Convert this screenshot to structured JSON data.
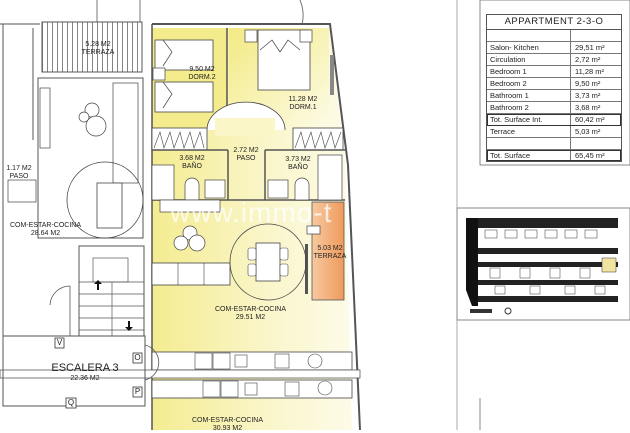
{
  "table": {
    "title": "APPARTMENT 2-3-O",
    "rows": [
      {
        "label": "Salon- Kitchen",
        "value": "29,51 m²"
      },
      {
        "label": "Circulation",
        "value": "2,72 m²"
      },
      {
        "label": "Bedroom 1",
        "value": "11,28 m²"
      },
      {
        "label": "Bedroom 2",
        "value": "9,50 m²"
      },
      {
        "label": "Bathroom 1",
        "value": "3,73 m²"
      },
      {
        "label": "Bathroom 2",
        "value": "3,68 m²"
      },
      {
        "label": "Tot. Surface Int.",
        "value": "60,42 m²"
      },
      {
        "label": "Terrace",
        "value": "5,03 m²"
      },
      {
        "label": "Tot. Surface",
        "value": "65,45 m²"
      }
    ]
  },
  "rooms": {
    "terraza_left": {
      "area": "5.28 M2",
      "name": "TERRAZA"
    },
    "dorm2": {
      "area": "9.50 M2",
      "name": "DORM.2"
    },
    "dorm1": {
      "area": "11.28 M2",
      "name": "DORM.1"
    },
    "paso_left": {
      "area": "1.17 M2",
      "name": "PASO"
    },
    "bano2": {
      "area": "3.68 M2",
      "name": "BAÑO"
    },
    "paso": {
      "area": "2.72 M2",
      "name": "PASO"
    },
    "bano1": {
      "area": "3.73 M2",
      "name": "BAÑO"
    },
    "com_left": {
      "name": "COM-ESTAR-COCINA",
      "area": "28.64 M2"
    },
    "terraza_right": {
      "area": "5.03 M2",
      "name": "TERRAZA"
    },
    "com_main": {
      "name": "COM-ESTAR-COCINA",
      "area": "29.51 M2"
    },
    "escalera": {
      "name": "ESCALERA 3",
      "area": "22.36 M2"
    },
    "com_bottom": {
      "name": "COM-ESTAR-COCINA",
      "area": "30.93 M2"
    }
  },
  "markers": {
    "v": "V",
    "o": "O",
    "p": "P",
    "q": "Q"
  },
  "watermark": "www.immo-t",
  "colors": {
    "apartment_fill": "#f6f0a8",
    "apartment_fill_light": "#fbf8d8",
    "terrace_fill": "#f0a068",
    "line": "#555555"
  }
}
